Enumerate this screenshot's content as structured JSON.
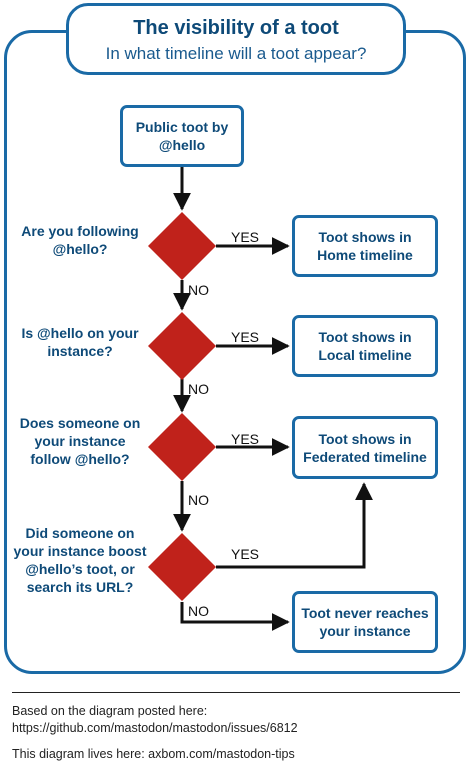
{
  "header": {
    "title": "The visibility of a toot",
    "subtitle": "In what timeline will a toot appear?"
  },
  "nodes": {
    "start": "Public toot by\n@hello",
    "home": "Toot shows in\nHome timeline",
    "local": "Toot shows in\nLocal timeline",
    "federated": "Toot shows in\nFederated timeline",
    "never": "Toot never reaches\nyour instance"
  },
  "questions": {
    "q1": "Are you following\n@hello?",
    "q2": "Is @hello on your\ninstance?",
    "q3": "Does someone on\nyour instance\nfollow @hello?",
    "q4": "Did someone on\nyour instance boost\n@hello’s toot, or\nsearch its URL?"
  },
  "edges": {
    "yes": "YES",
    "no": "NO"
  },
  "footer": {
    "credit_line1": "Based on the diagram posted here:",
    "credit_line2": "https://github.com/mastodon/mastodon/issues/6812",
    "lives_here": "This diagram lives here: axbom.com/mastodon-tips"
  },
  "colors": {
    "frame": "#1a6aa6",
    "text": "#0e4a78",
    "decision": "#c0221b"
  }
}
